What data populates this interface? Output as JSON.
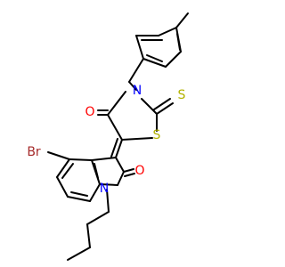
{
  "molecule": {
    "atom_labels": {
      "ring_oxygen": "O",
      "ring_sulfur": "S",
      "thione_sulfur": "S",
      "thiazolidine_nitrogen": "N",
      "bromine": "Br",
      "indolinone_oxygen": "O",
      "indole_nitrogen": "N"
    },
    "colors": {
      "bond": "#000000",
      "oxygen": "#ff0000",
      "sulfur": "#b2b200",
      "nitrogen": "#0000ff",
      "bromine": "#a52a2a"
    }
  }
}
